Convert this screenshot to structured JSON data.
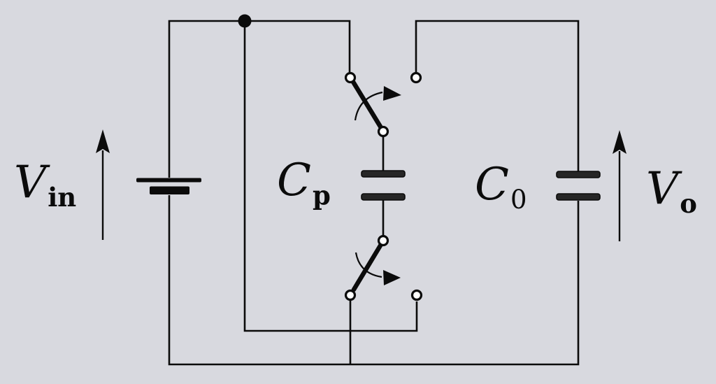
{
  "figure": {
    "type": "circuit-schematic",
    "colors": {
      "background": "#d8d9df",
      "line": "#0b0b0b",
      "capacitor_plate": "#262626",
      "terminal_fill": "#ffffff"
    },
    "labels": {
      "v_in": {
        "main": "V",
        "sub": "in"
      },
      "c_p": {
        "main": "C",
        "sub": "p"
      },
      "c_0": {
        "main": "C",
        "sub": "0"
      },
      "v_o": {
        "main": "V",
        "sub": "o"
      }
    },
    "components": {
      "source": "battery-voltage-source",
      "switch_top": "spdt-switch-thrown-left-with-motion-arrow",
      "switch_bottom": "spdt-switch-thrown-left-with-motion-arrow",
      "capacitor_flying": "capacitor-cp",
      "capacitor_output": "capacitor-c0",
      "arrow_left": "voltage-polarity-arrow-up",
      "arrow_right": "voltage-polarity-arrow-up"
    }
  }
}
